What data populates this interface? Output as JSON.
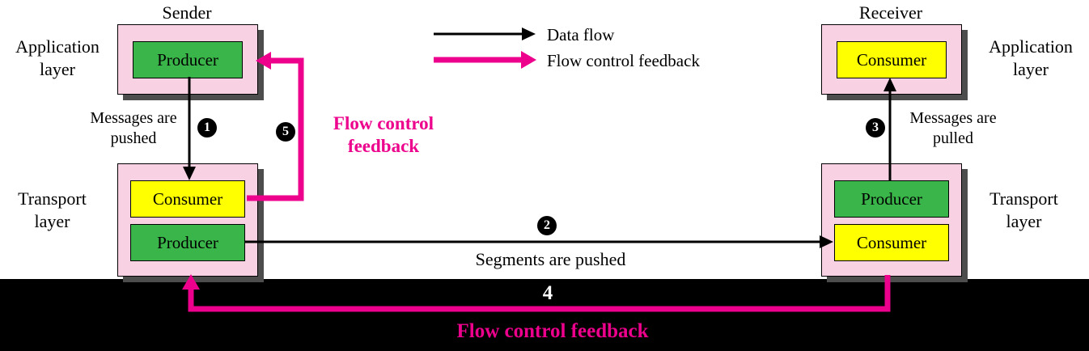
{
  "diagram": {
    "sender_title": "Sender",
    "receiver_title": "Receiver"
  },
  "layers": {
    "sender_application": "Application layer",
    "sender_transport": "Transport layer",
    "receiver_application": "Application layer",
    "receiver_transport": "Transport layer"
  },
  "boxes": {
    "sender_app_producer": "Producer",
    "sender_tr_consumer": "Consumer",
    "sender_tr_producer": "Producer",
    "receiver_app_consumer": "Consumer",
    "receiver_tr_producer": "Producer",
    "receiver_tr_consumer": "Consumer"
  },
  "legend": {
    "data_flow": "Data flow",
    "flow_control": "Flow control feedback"
  },
  "labels": {
    "messages_pushed": "Messages are pushed",
    "messages_pulled": "Messages are pulled",
    "segments_pushed": "Segments are pushed",
    "flow_control_mid": "Flow control feedback",
    "flow_control_bottom": "Flow control feedback"
  },
  "steps": {
    "s1": "1",
    "s2": "2",
    "s3": "3",
    "s4": "4",
    "s5": "5"
  },
  "colors": {
    "magenta": "#ec008c",
    "box_pink": "#f8d2e2",
    "producer_green": "#3ab54a",
    "consumer_yellow": "#ffff00",
    "shadow_gray": "#4d4d4d",
    "band_black": "#000000"
  }
}
